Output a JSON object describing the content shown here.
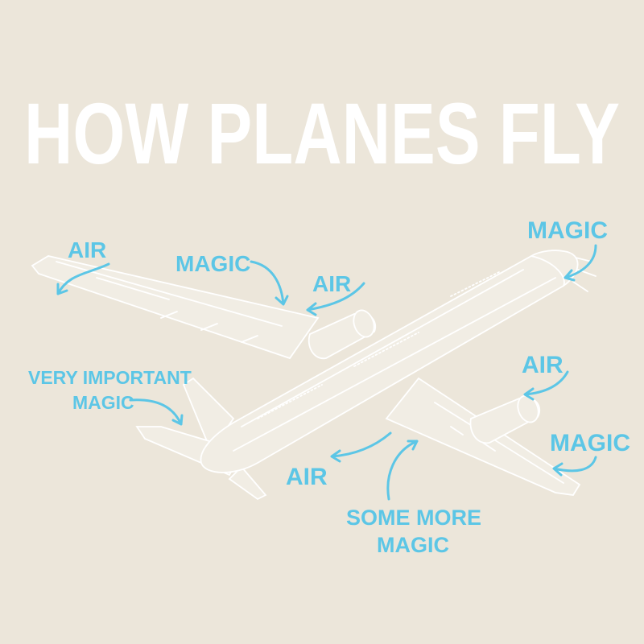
{
  "title": "HOW PLANES FLY",
  "labels": {
    "air_left_wingtip": "AIR",
    "magic_wing": "MAGIC",
    "air_engine_left": "AIR",
    "magic_nose": "MAGIC",
    "very_important_line1": "VERY IMPORTANT",
    "very_important_line2": "MAGIC",
    "air_engine_right": "AIR",
    "magic_right_wingtip": "MAGIC",
    "air_belly": "AIR",
    "some_more_line1": "SOME MORE",
    "some_more_line2": "MAGIC"
  },
  "colors": {
    "background": "#ece6da",
    "title": "#ffffff",
    "labels": "#5cc6e6",
    "plane_lines": "#ffffff"
  }
}
